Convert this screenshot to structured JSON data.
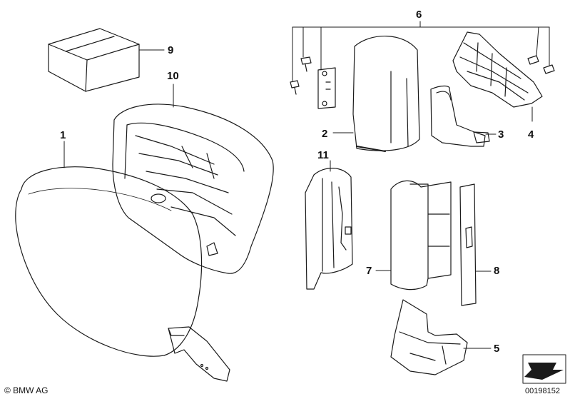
{
  "callouts": {
    "c1": "1",
    "c2": "2",
    "c3": "3",
    "c4": "4",
    "c5": "5",
    "c6": "6",
    "c7": "7",
    "c8": "8",
    "c9": "9",
    "c10": "10",
    "c11": "11"
  },
  "footer": {
    "brand": "© BMW AG",
    "code": "00198152"
  },
  "colors": {
    "line": "#1a1a1a",
    "ink": "#111111",
    "background": "#ffffff"
  },
  "icons": {
    "navigation": "arrow-icon"
  }
}
